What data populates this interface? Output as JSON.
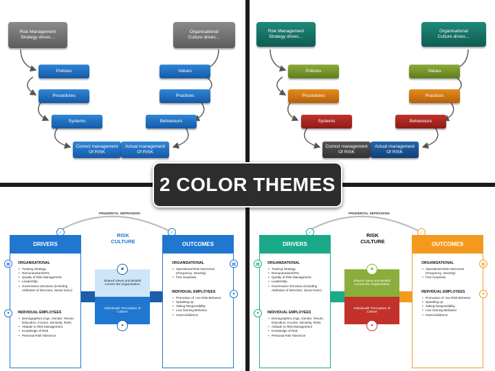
{
  "banner": {
    "text": "2 COLOR THEMES"
  },
  "flow": {
    "left_head": "Risk Management\nStrategy drives…",
    "right_head": "Organisational\nCulture drives…",
    "policies": "Policies",
    "procedures": "Procedures",
    "systems": "Systems",
    "values": "Values",
    "practices": "Practices",
    "behaviours": "Behaviours",
    "correct": "Correct management\nOf RISK",
    "actual": "Actual management\nOf RISK"
  },
  "culture": {
    "prudential": "PRUDENTAL SEPRVISION",
    "drivers": "DRIVERS",
    "outcomes": "OUTCOMES",
    "risk_culture": "RISK\nCULTURE",
    "shared": "Shared Views and Beliefs\nAcross the Organization",
    "perception": "Individuals' Perception of\nCulture",
    "org_title": "ORGANISATIONAL",
    "org_items": [
      "Training Strategy",
      "Remuneration/KPIs",
      "Quality of Risk Management",
      "Leadership",
      "Governance Structure (Including Attributes of Directors, Senior Exec)"
    ],
    "ind_title": "INDIVIDUAL EMPLOYEES",
    "ind_items": [
      "Demographics (Age, Gender, Tenure, Education, Income, Seniority, Role)",
      "Attitude to Risk Management",
      "Knowledge of Risk",
      "Personal Risk Tolerance"
    ],
    "out_org_title": "ORGANISATIONAL",
    "out_org_items": [
      "Operational Risk Outcomes (Frequency, Severity)",
      "Few Surprises"
    ],
    "out_ind_title": "INDIVIDUAL EMPLOYEES",
    "out_ind_items": [
      "Promotion of +ive Risk Behavior",
      "Speaking up",
      "Taking Responsibility",
      "Low Gaming Behavior",
      "Overconfidence"
    ]
  },
  "colors": {
    "theme1": {
      "head": "#6e6e6e",
      "box": "#1f6fc3",
      "left": "#1f77d0",
      "right": "#1f77d0"
    },
    "theme2": {
      "head": "#147a6a",
      "left": "#1aaa8a",
      "right": "#f39a1e",
      "mid_top": "#8aae3c",
      "mid_bot": "#c2322a"
    }
  },
  "icons": [
    "check-icon",
    "people-icon",
    "person-icon",
    "building-icon"
  ]
}
